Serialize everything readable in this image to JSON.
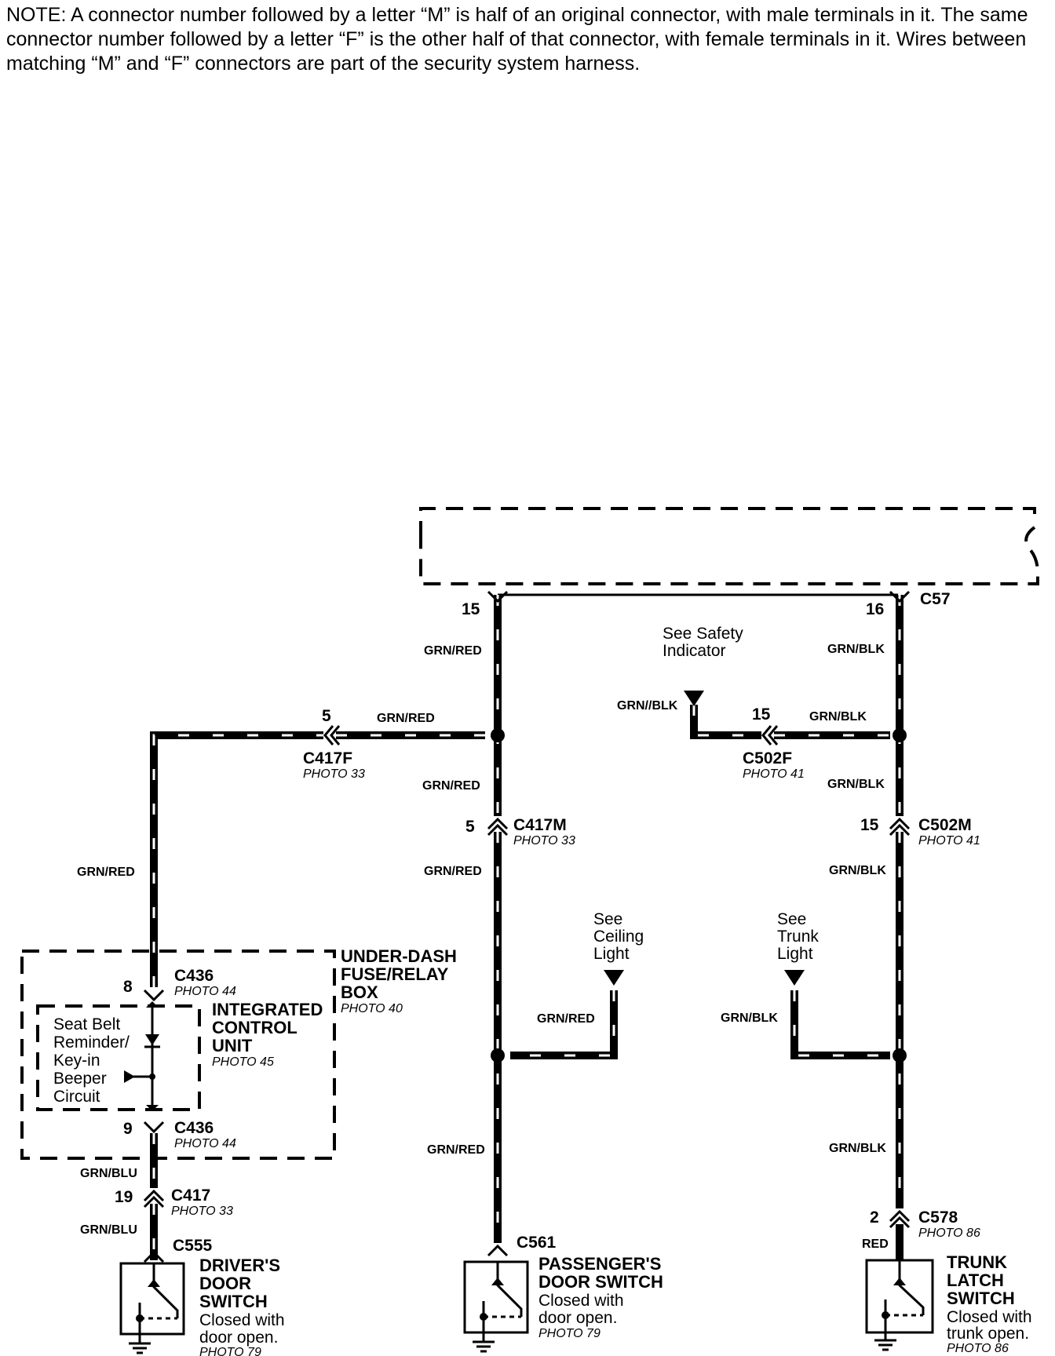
{
  "note": "NOTE: A connector number followed by a letter “M” is half of an original connector, with male terminals in it. The same connector number followed by a letter “F” is the other half of that connector, with female terminals in it. Wires between matching “M” and “F” connectors are part of the security system harness.",
  "top_connector": {
    "name": "C57",
    "pin_left": "15",
    "pin_right": "16"
  },
  "wire_colors": {
    "grn_red": "GRN/RED",
    "grn_blk": "GRN/BLK",
    "grn_blk_alt": "GRN//BLK",
    "grn_blu": "GRN/BLU",
    "red": "RED"
  },
  "safety_ref": {
    "line1": "See Safety",
    "line2": "Indicator"
  },
  "ceiling_ref": {
    "line1": "See",
    "line2": "Ceiling",
    "line3": "Light"
  },
  "trunk_ref": {
    "line1": "See",
    "line2": "Trunk",
    "line3": "Light"
  },
  "c417f": {
    "name": "C417F",
    "pin": "5",
    "photo": "PHOTO 33"
  },
  "c502f": {
    "name": "C502F",
    "pin": "15",
    "photo": "PHOTO 41"
  },
  "c417m": {
    "name": "C417M",
    "pin": "5",
    "photo": "PHOTO 33"
  },
  "c502m": {
    "name": "C502M",
    "pin": "15",
    "photo": "PHOTO 41"
  },
  "c436_top": {
    "name": "C436",
    "pin": "8",
    "photo": "PHOTO 44"
  },
  "c436_bottom": {
    "name": "C436",
    "pin": "9",
    "photo": "PHOTO 44"
  },
  "c417": {
    "name": "C417",
    "pin": "19",
    "photo": "PHOTO 33"
  },
  "c555": {
    "name": "C555"
  },
  "c561": {
    "name": "C561"
  },
  "c578": {
    "name": "C578",
    "pin": "2",
    "photo": "PHOTO 86"
  },
  "fuse_box": {
    "line1": "UNDER-DASH",
    "line2": "FUSE/RELAY",
    "line3": "BOX",
    "photo": "PHOTO 40"
  },
  "icu": {
    "line1": "INTEGRATED",
    "line2": "CONTROL",
    "line3": "UNIT",
    "photo": "PHOTO 45"
  },
  "beeper": {
    "line1": "Seat Belt",
    "line2": "Reminder/",
    "line3": "Key-in",
    "line4": "Beeper",
    "line5": "Circuit"
  },
  "driver_switch": {
    "line1": "DRIVER'S",
    "line2": "DOOR",
    "line3": "SWITCH",
    "desc1": "Closed with",
    "desc2": "door open.",
    "photo": "PHOTO 79"
  },
  "passenger_switch": {
    "line1": "PASSENGER'S",
    "line2": "DOOR SWITCH",
    "desc1": "Closed with",
    "desc2": "door open.",
    "photo": "PHOTO 79"
  },
  "trunk_switch": {
    "line1": "TRUNK",
    "line2": "LATCH",
    "line3": "SWITCH",
    "desc1": "Closed with",
    "desc2": "trunk open.",
    "photo": "PHOTO 86"
  }
}
